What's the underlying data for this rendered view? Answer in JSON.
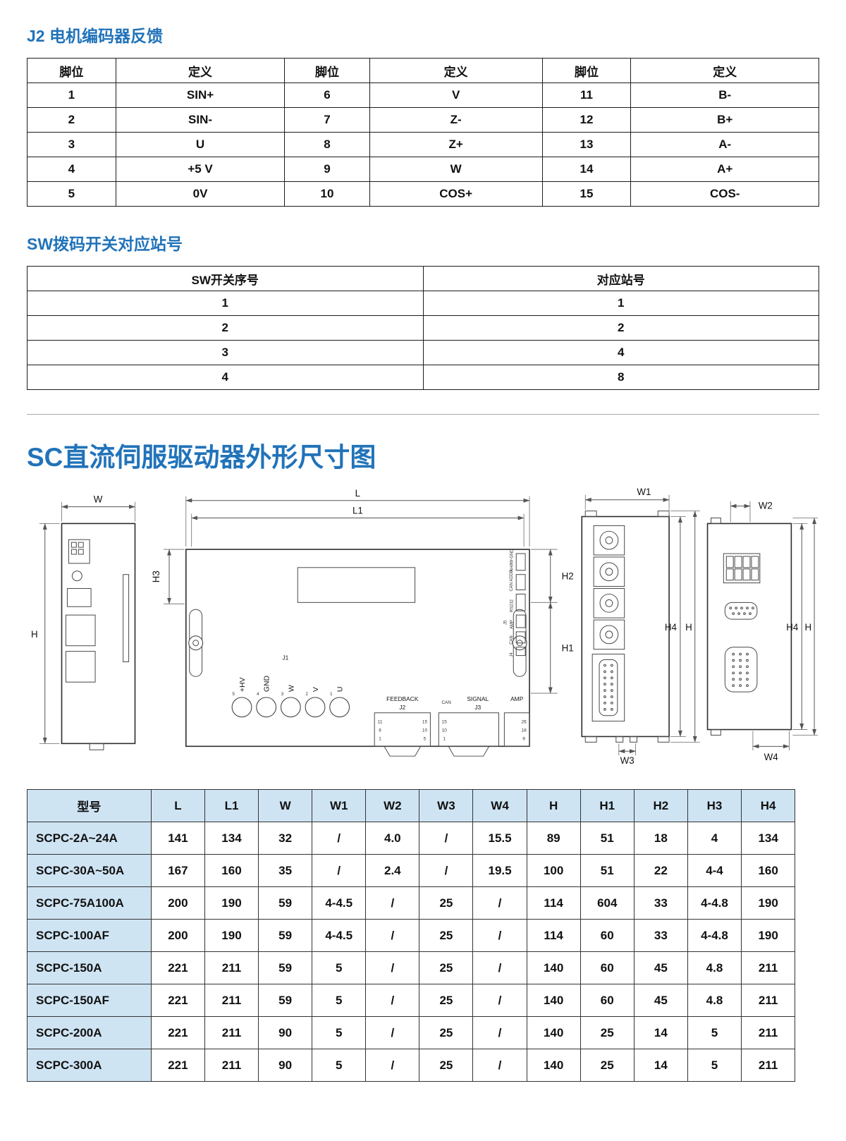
{
  "sections": {
    "encoder_title": "J2 电机编码器反馈",
    "sw_title": "SW拨码开关对应站号",
    "outline_title": "SC直流伺服驱动器外形尺寸图"
  },
  "encoder_table": {
    "headers": [
      "脚位",
      "定义",
      "脚位",
      "定义",
      "脚位",
      "定义"
    ],
    "rows": [
      [
        "1",
        "SIN+",
        "6",
        "V",
        "11",
        "B-"
      ],
      [
        "2",
        "SIN-",
        "7",
        "Z-",
        "12",
        "B+"
      ],
      [
        "3",
        "U",
        "8",
        "Z+",
        "13",
        "A-"
      ],
      [
        "4",
        "+5 V",
        "9",
        "W",
        "14",
        "A+"
      ],
      [
        "5",
        "0V",
        "10",
        "COS+",
        "15",
        "COS-"
      ]
    ]
  },
  "sw_table": {
    "headers": [
      "SW开关序号",
      "对应站号"
    ],
    "rows": [
      [
        "1",
        "1"
      ],
      [
        "2",
        "2"
      ],
      [
        "3",
        "4"
      ],
      [
        "4",
        "8"
      ]
    ]
  },
  "dimension_table": {
    "headers": [
      "型号",
      "L",
      "L1",
      "W",
      "W1",
      "W2",
      "W3",
      "W4",
      "H",
      "H1",
      "H2",
      "H3",
      "H4"
    ],
    "rows": [
      [
        "SCPC-2A~24A",
        "141",
        "134",
        "32",
        "/",
        "4.0",
        "/",
        "15.5",
        "89",
        "51",
        "18",
        "4",
        "134"
      ],
      [
        "SCPC-30A~50A",
        "167",
        "160",
        "35",
        "/",
        "2.4",
        "/",
        "19.5",
        "100",
        "51",
        "22",
        "4-4",
        "160"
      ],
      [
        "SCPC-75A100A",
        "200",
        "190",
        "59",
        "4-4.5",
        "/",
        "25",
        "/",
        "114",
        "604",
        "33",
        "4-4.8",
        "190"
      ],
      [
        "SCPC-100AF",
        "200",
        "190",
        "59",
        "4-4.5",
        "/",
        "25",
        "/",
        "114",
        "60",
        "33",
        "4-4.8",
        "190"
      ],
      [
        "SCPC-150A",
        "221",
        "211",
        "59",
        "5",
        "/",
        "25",
        "/",
        "140",
        "60",
        "45",
        "4.8",
        "211"
      ],
      [
        "SCPC-150AF",
        "221",
        "211",
        "59",
        "5",
        "/",
        "25",
        "/",
        "140",
        "60",
        "45",
        "4.8",
        "211"
      ],
      [
        "SCPC-200A",
        "221",
        "211",
        "90",
        "5",
        "/",
        "25",
        "/",
        "140",
        "25",
        "14",
        "5",
        "211"
      ],
      [
        "SCPC-300A",
        "221",
        "211",
        "90",
        "5",
        "/",
        "25",
        "/",
        "140",
        "25",
        "14",
        "5",
        "211"
      ]
    ]
  },
  "diagram": {
    "dims": {
      "W": "W",
      "L": "L",
      "L1": "L1",
      "H": "H",
      "H1": "H1",
      "H2": "H2",
      "H3": "H3",
      "H4": "H4",
      "W1": "W1",
      "W2": "W2",
      "W3": "W3",
      "W4": "W4"
    },
    "terminals": {
      "labels": [
        "+HV",
        "GND",
        "W",
        "V",
        "U"
      ],
      "numbers": [
        "5",
        "4",
        "3",
        "2",
        "1"
      ],
      "j1": "J1"
    },
    "connectors": {
      "feedback": "FEEDBACK",
      "j2": "J2",
      "can": "CAN",
      "signal": "SIGNAL",
      "j3": "J3",
      "amp": "AMP",
      "j2_pins_left": [
        "11",
        "6",
        "1"
      ],
      "j2_pins_right": [
        "15",
        "10",
        "5"
      ],
      "j3_pins": [
        "15",
        "10",
        "1"
      ],
      "amp_pins": [
        "26",
        "18",
        "9"
      ]
    },
    "side_ports": [
      "AH8W-GND",
      "CAN ADDR",
      "RS232",
      "AMP",
      "J5",
      "CAN",
      "J4"
    ]
  }
}
